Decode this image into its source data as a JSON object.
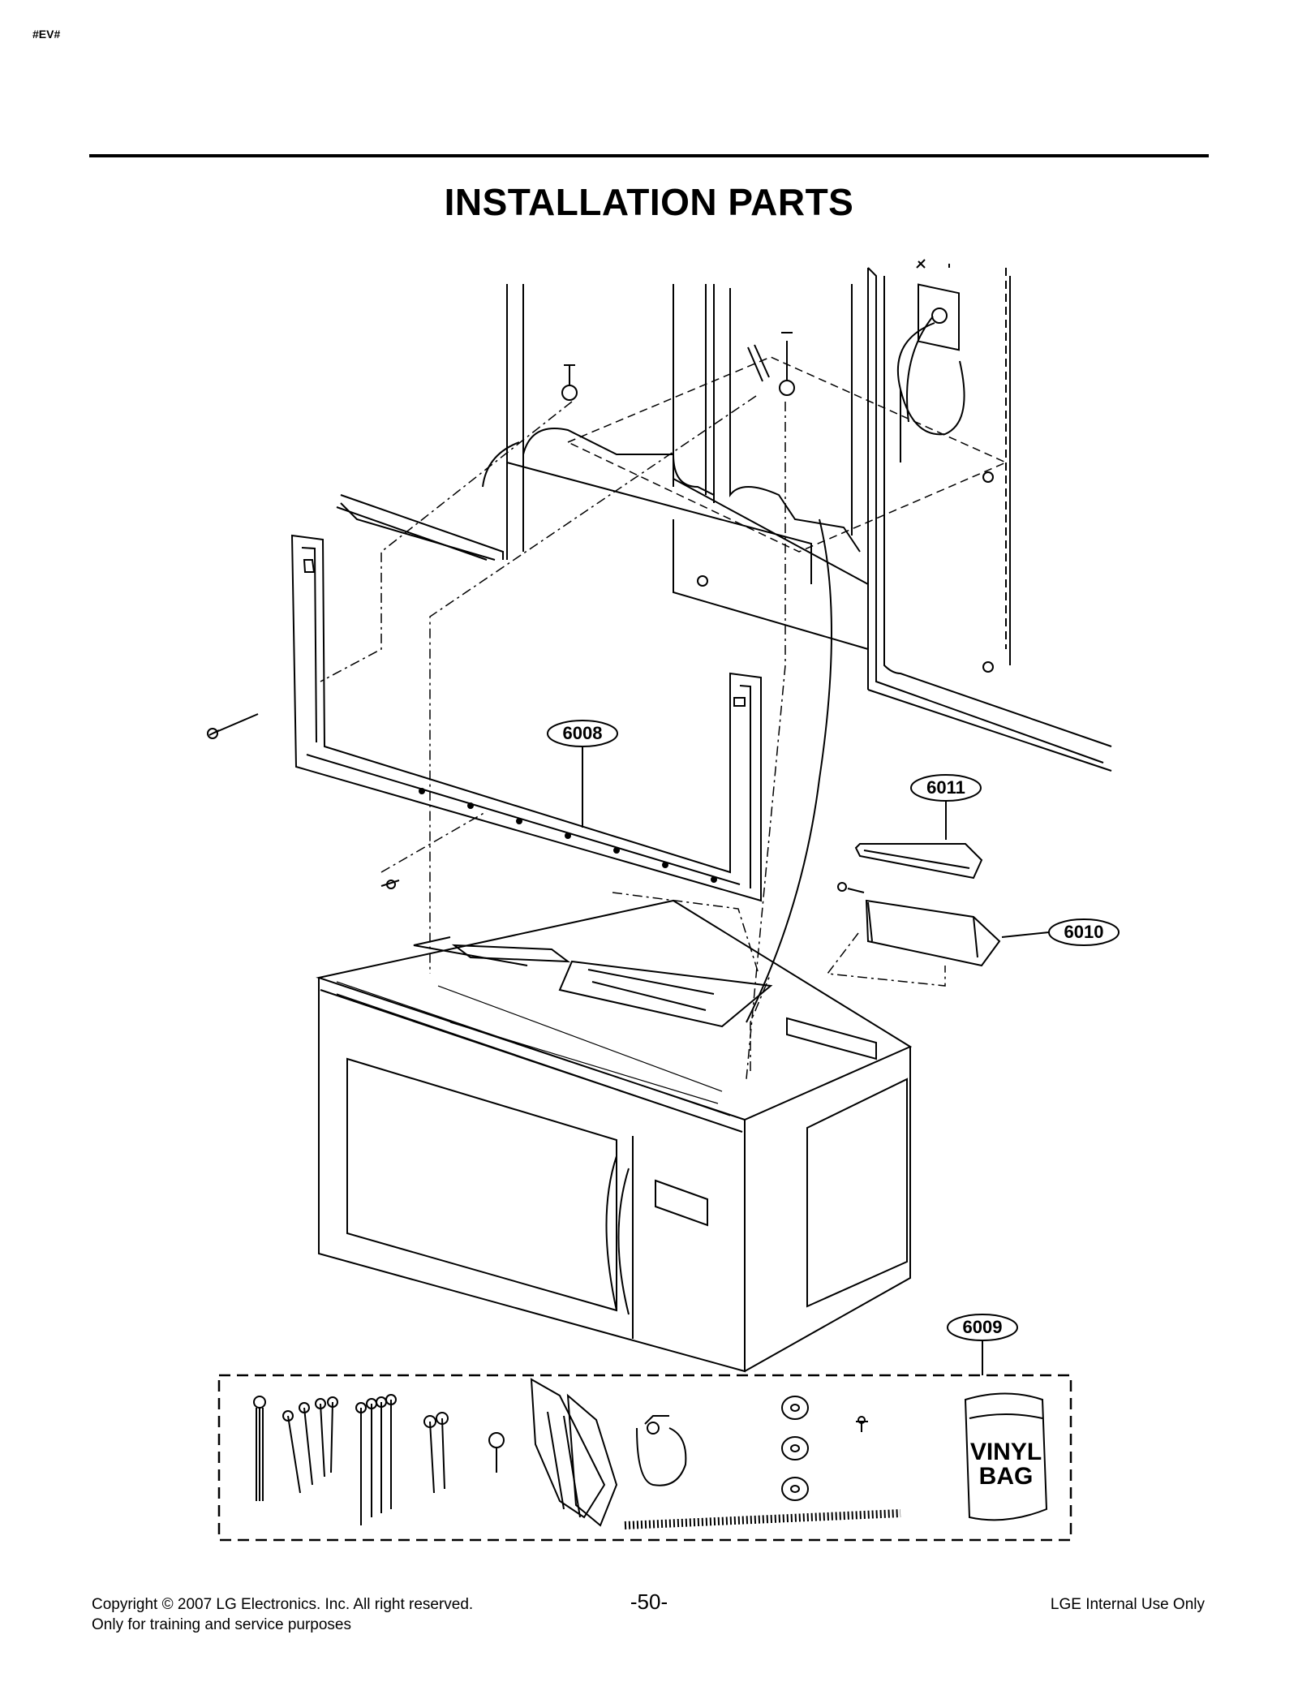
{
  "header": {
    "tag": "#EV#",
    "title": "INSTALLATION PARTS"
  },
  "callouts": [
    {
      "id": "6008",
      "label": "6008"
    },
    {
      "id": "6011",
      "label": "6011"
    },
    {
      "id": "6010",
      "label": "6010"
    },
    {
      "id": "6009",
      "label": "6009"
    }
  ],
  "bag_label": {
    "line1": "VINYL",
    "line2": "BAG"
  },
  "footer": {
    "copyright": "Copyright © 2007 LG Electronics. Inc. All right reserved.",
    "note": "Only for training and service purposes",
    "page": "-50-",
    "internal": "LGE Internal Use Only"
  }
}
